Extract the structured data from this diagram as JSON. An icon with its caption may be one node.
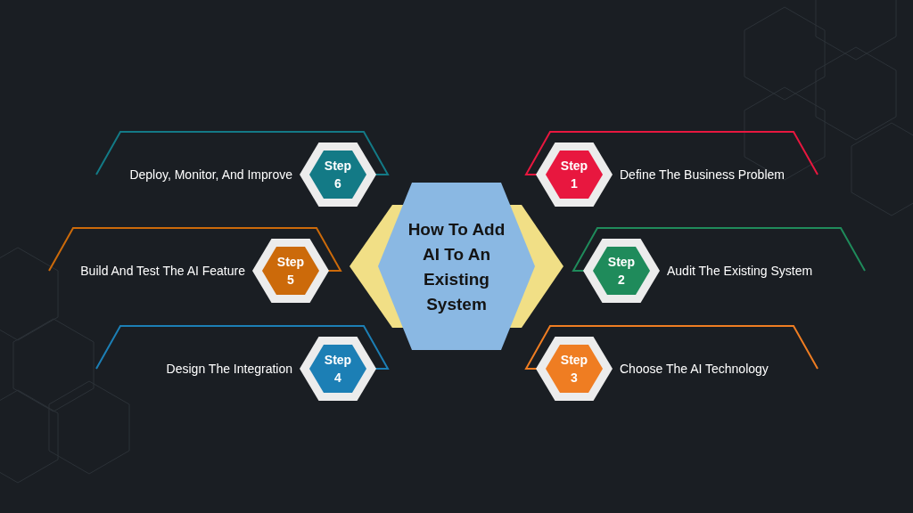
{
  "diagram": {
    "nodes": [
      {
        "text": [
          "How To Add AI To An Existing System"
        ]
      },
      {
        "text": [
          "Step 1"
        ],
        "beside": [
          "Define The Business Problem"
        ]
      },
      {
        "text": [
          "Step 2"
        ],
        "beside": [
          "Audit The Existing System"
        ]
      },
      {
        "text": [
          "Step 3"
        ],
        "beside": [
          "Choose The AI Technology"
        ]
      },
      {
        "text": [
          "Step 4"
        ],
        "beside": [
          "Design The Integration"
        ]
      },
      {
        "text": [
          "Step 5"
        ],
        "beside": [
          "Build And Test The AI Feature"
        ]
      },
      {
        "text": [
          "Step 6"
        ],
        "beside": [
          "Deploy, Monitor, And Improve"
        ]
      }
    ]
  }
}
